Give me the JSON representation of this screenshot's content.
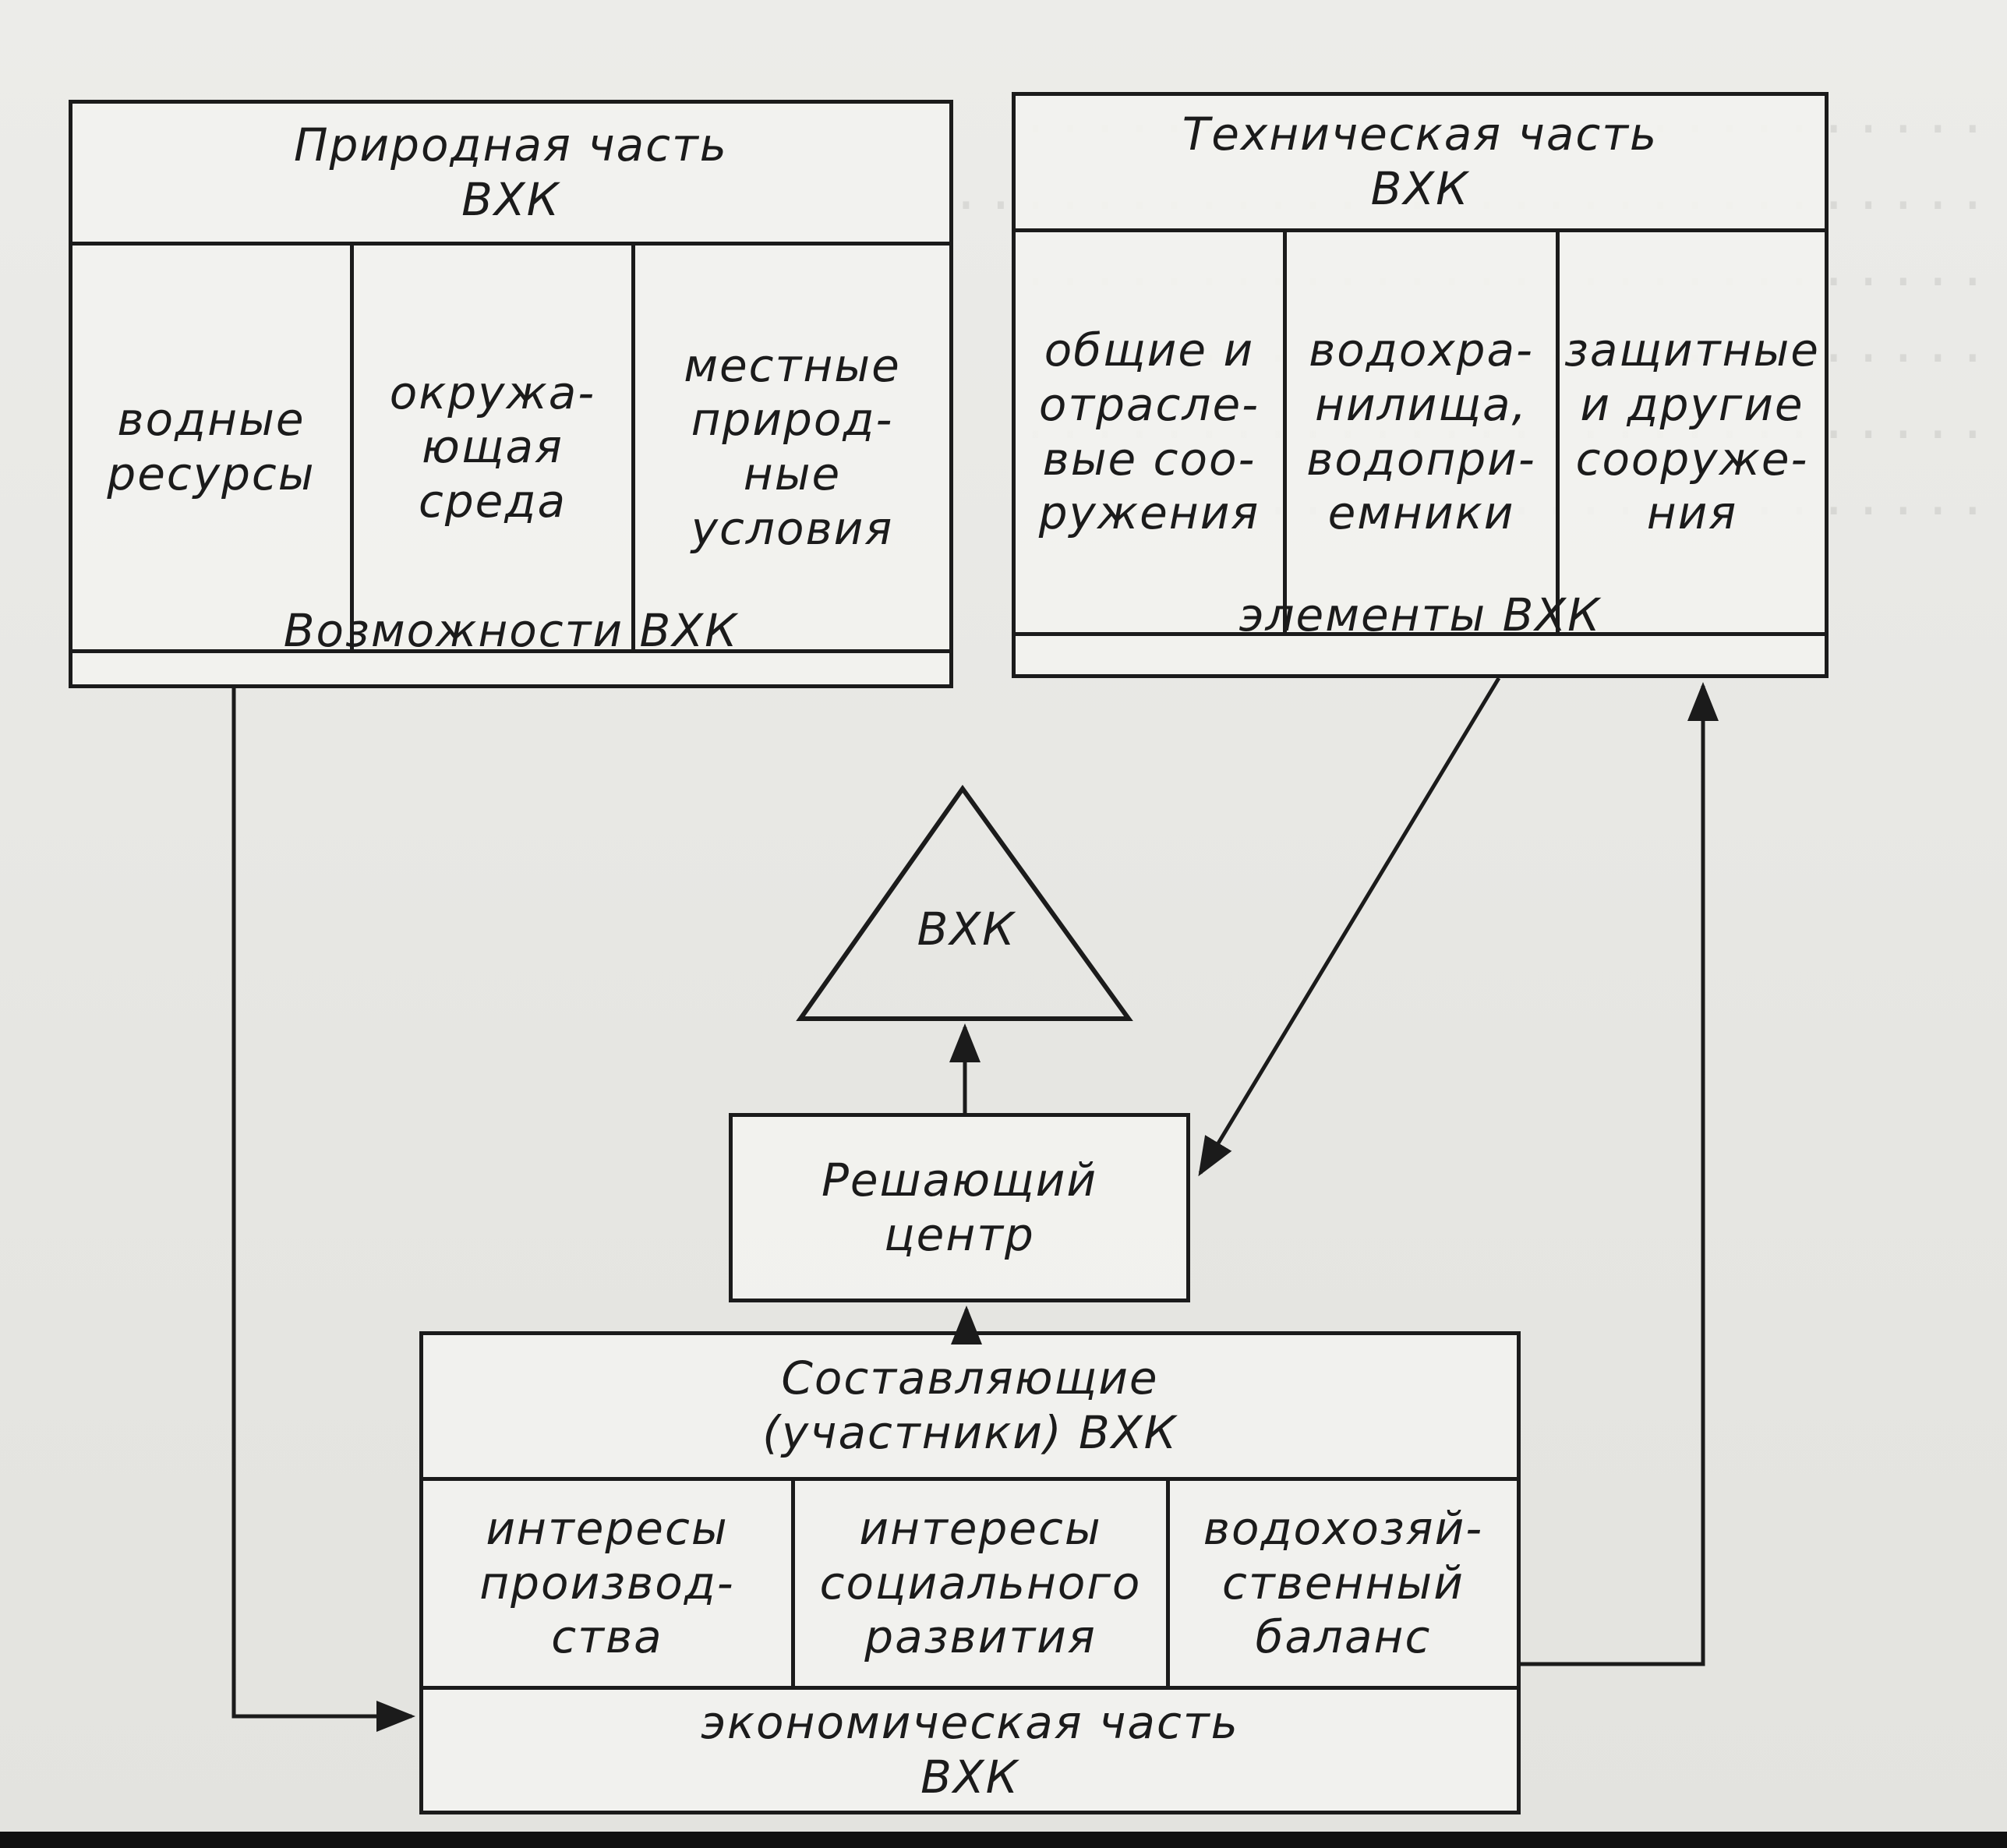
{
  "natural_part": {
    "title": "Природная часть\nВХК",
    "items": [
      "водные\nресурсы",
      "окружа-\nющая\nсреда",
      "местные\nприрод-\nные\nусловия"
    ],
    "footer": "Возможности ВХК"
  },
  "technical_part": {
    "title": "Техническая часть\nВХК",
    "items": [
      "общие и\nотрасле-\nвые соо-\nружения",
      "водохра-\nнилища,\nводопри-\nемники",
      "защитные\nи другие\nсооруже-\nния"
    ],
    "footer": "элементы ВХК"
  },
  "center": {
    "triangle_label": "ВХК",
    "decision_center": "Решающий\nцентр"
  },
  "economic_part": {
    "title": "Составляющие\n(участники) ВХК",
    "items": [
      "интересы\nпроизвод-\nства",
      "интересы\nсоциального\nразвития",
      "водохозяй-\nственный\nбаланс"
    ],
    "footer": "экономическая часть\nВХК"
  },
  "colors": {
    "ink": "#1b1b1b",
    "paper": "#ecece9"
  }
}
